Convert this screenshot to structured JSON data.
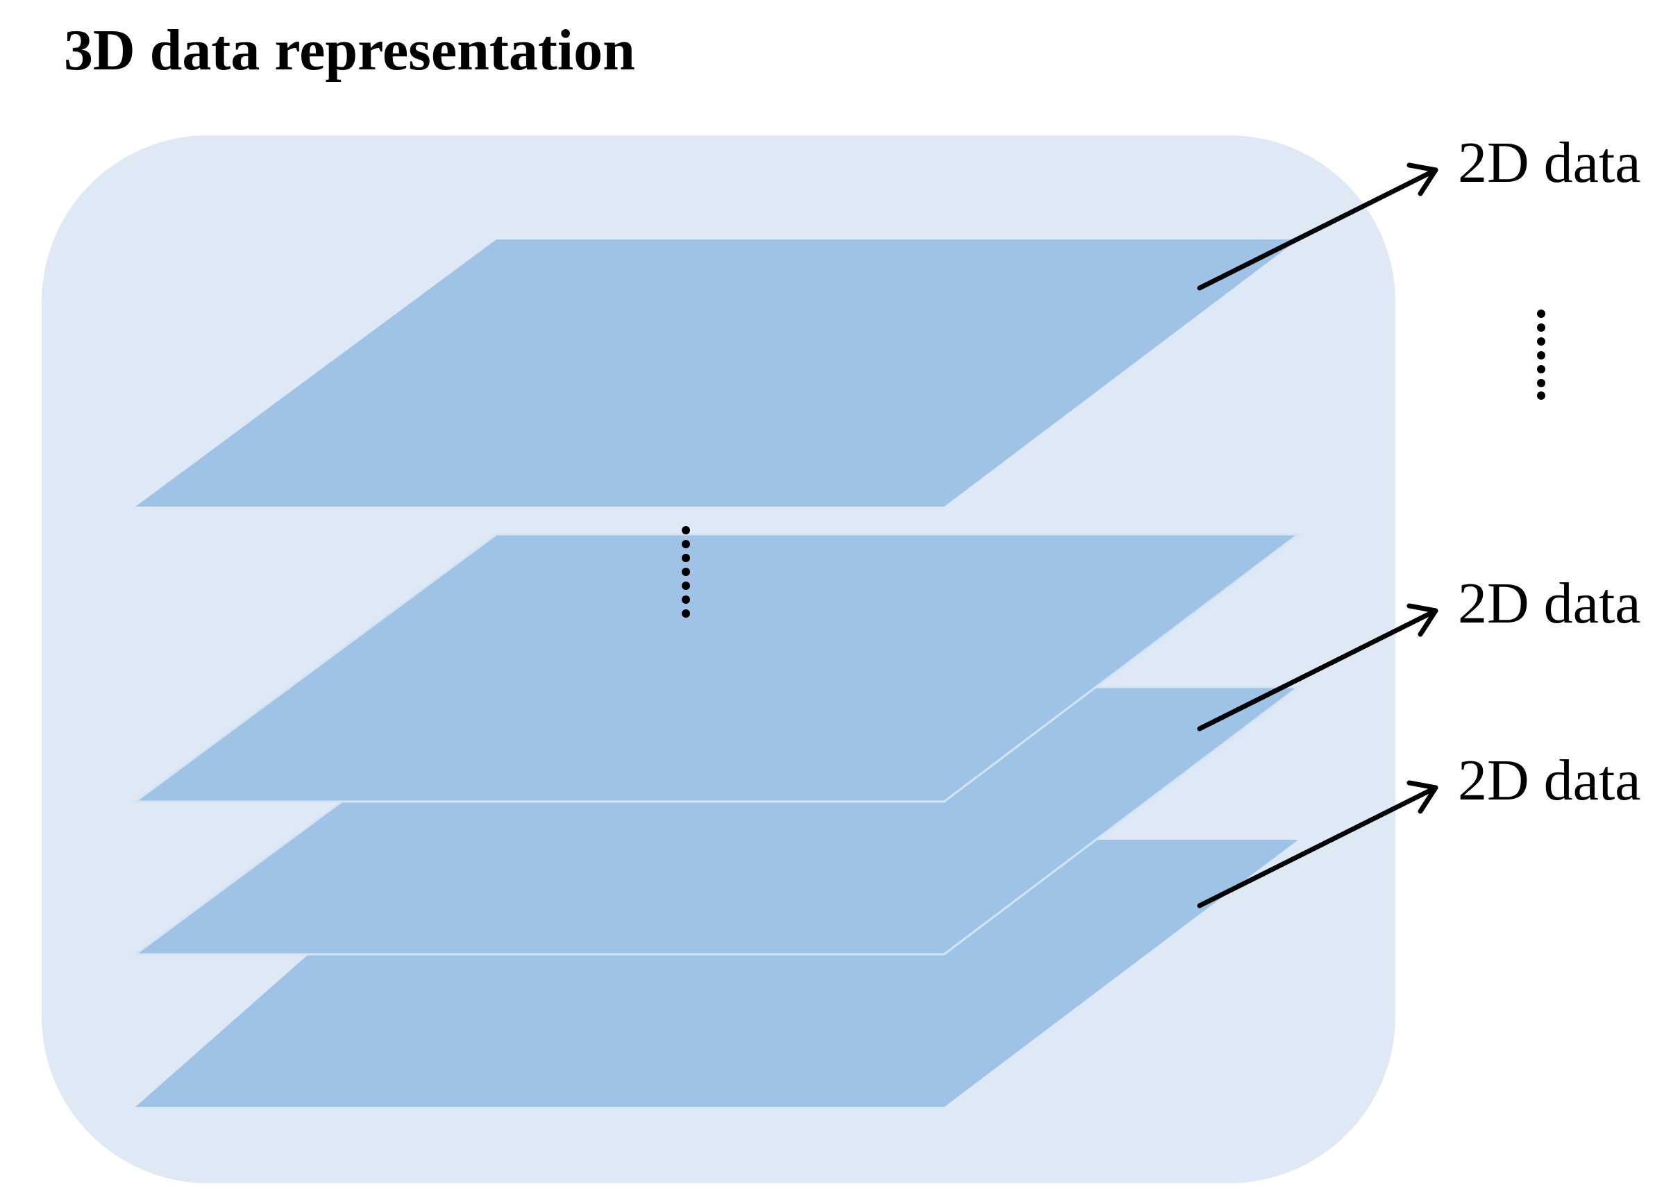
{
  "title": "3D data representation",
  "labels": [
    "2D data",
    "2D data",
    "2D data"
  ],
  "colors": {
    "container_fill": "#dee9f5",
    "plane_fill": "#9fc3e6",
    "plane_edge": "#d5e4f3",
    "line": "#000000"
  },
  "icons": {
    "vertical_ellipsis": "vertical-dotted-ellipsis",
    "arrow": "arrow-right-up"
  }
}
